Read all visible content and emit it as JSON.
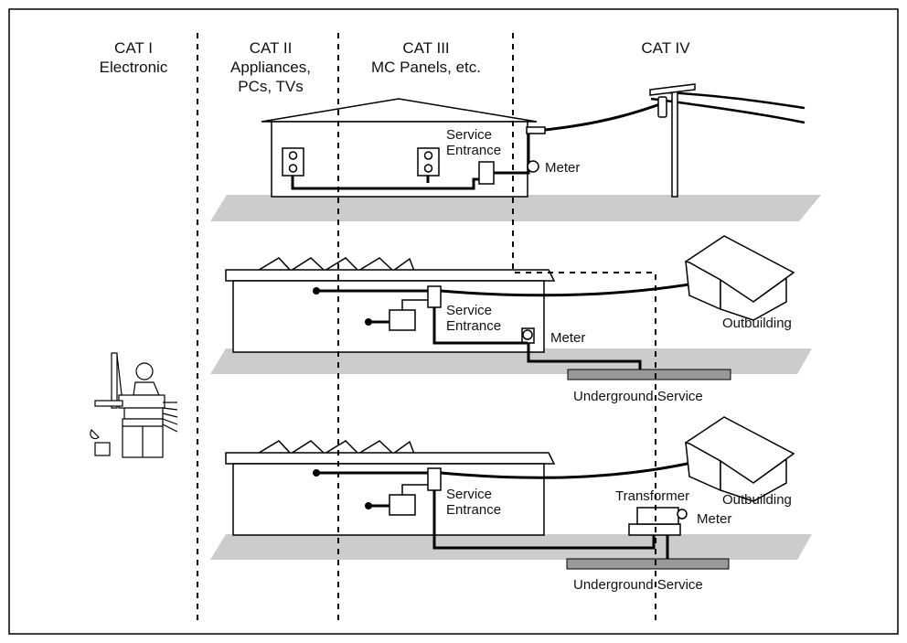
{
  "categories": [
    {
      "title": "CAT I",
      "subtitle": "Electronic"
    },
    {
      "title": "CAT II",
      "subtitle": "Appliances,",
      "subtitle2": "PCs, TVs"
    },
    {
      "title": "CAT III",
      "subtitle": "MC Panels, etc."
    },
    {
      "title": "CAT IV"
    }
  ],
  "labels": {
    "service": "Service",
    "entrance": "Entrance",
    "meter": "Meter",
    "outbuilding": "Outbuilding",
    "underground_service": "Underground Service",
    "transformer": "Transformer"
  },
  "colors": {
    "ground": "#cccccc",
    "underground_cable": "#999999",
    "line": "#000000"
  }
}
